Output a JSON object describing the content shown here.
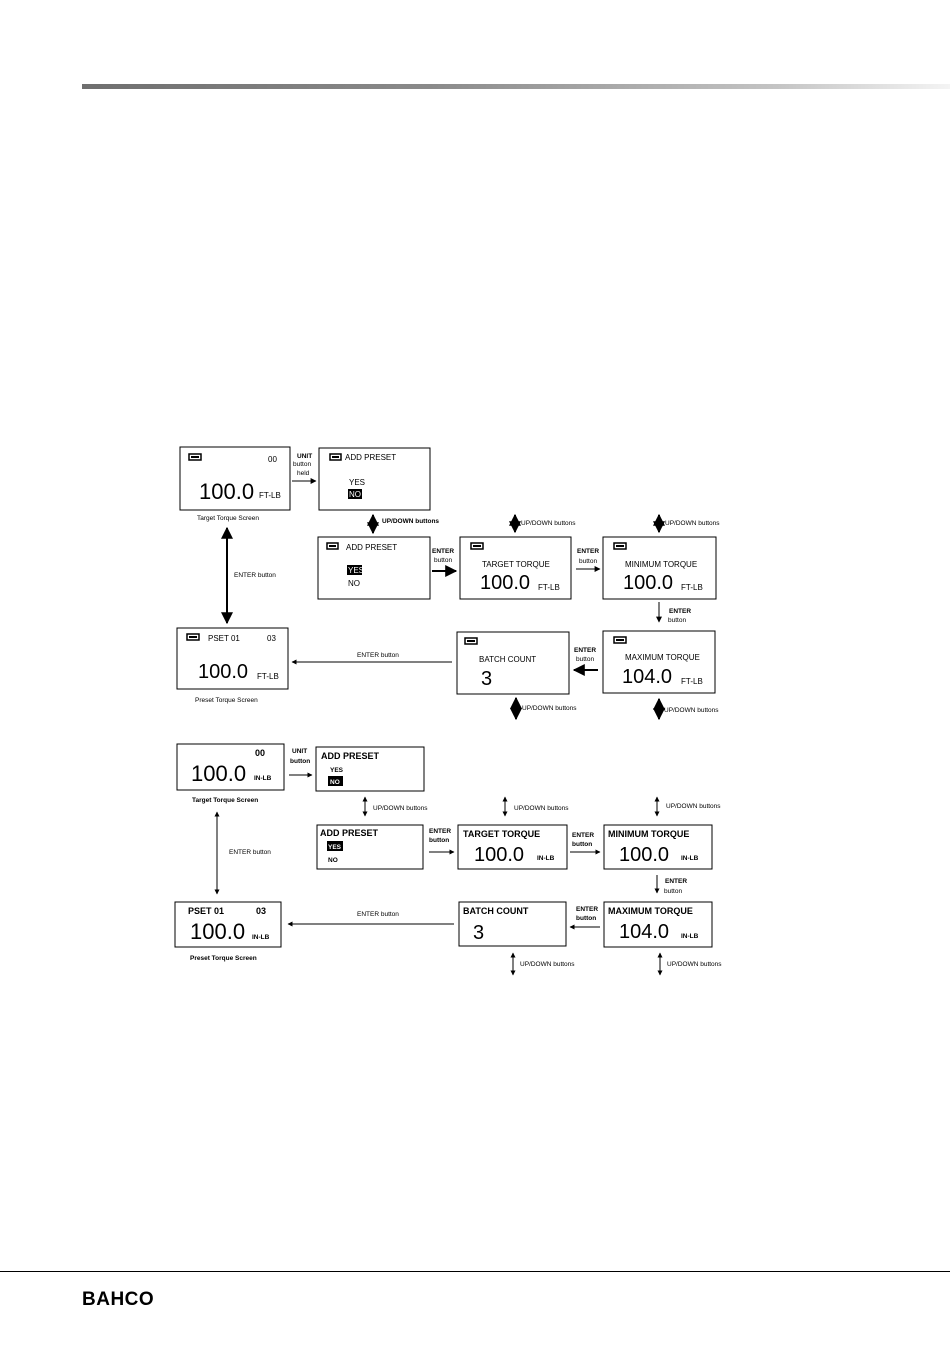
{
  "brand": {
    "logo": "BAHCO"
  },
  "d1": {
    "target": {
      "counter": "00",
      "value": "100.0",
      "unit": "FT-LB",
      "caption": "Target Torque Screen"
    },
    "unit_held": [
      "UNIT",
      "button",
      "held"
    ],
    "add_no": {
      "title": "ADD PRESET",
      "yes": "YES",
      "no": "NO"
    },
    "updown1": "UP/DOWN buttons",
    "add_yes": {
      "title": "ADD PRESET",
      "yes": "YES",
      "no": "NO"
    },
    "enter1": [
      "ENTER",
      "button"
    ],
    "target_t": {
      "title": "TARGET TORQUE",
      "value": "100.0",
      "unit": "FT-LB"
    },
    "updown2": "UP/DOWN buttons",
    "enter2": [
      "ENTER",
      "button"
    ],
    "min_t": {
      "title": "MINIMUM TORQUE",
      "value": "100.0",
      "unit": "FT-LB"
    },
    "updown3": "UP/DOWN buttons",
    "enter3": [
      "ENTER",
      "button"
    ],
    "max_t": {
      "title": "MAXIMUM TORQUE",
      "value": "104.0",
      "unit": "FT-LB"
    },
    "updown4": "UP/DOWN buttons",
    "enter4": [
      "ENTER",
      "button"
    ],
    "batch": {
      "title": "BATCH COUNT",
      "value": "3"
    },
    "updown5": "UP/DOWN buttons",
    "enter_long": "ENTER button",
    "enter_vert": "ENTER button",
    "preset": {
      "name": "PSET 01",
      "counter": "03",
      "value": "100.0",
      "unit": "FT-LB",
      "caption": "Preset Torque Screen"
    }
  },
  "d2": {
    "target": {
      "counter": "00",
      "value": "100.0",
      "unit": "IN-LB",
      "caption": "Target Torque Screen"
    },
    "unit_btn": [
      "UNIT",
      "button"
    ],
    "add_no": {
      "title": "ADD PRESET",
      "yes": "YES",
      "no": "NO"
    },
    "updown1": "UP/DOWN buttons",
    "add_yes": {
      "title": "ADD PRESET",
      "yes": "YES",
      "no": "NO"
    },
    "enter1": [
      "ENTER",
      "button"
    ],
    "target_t": {
      "title": "TARGET TORQUE",
      "value": "100.0",
      "unit": "IN-LB"
    },
    "updown2": "UP/DOWN buttons",
    "enter2": [
      "ENTER",
      "button"
    ],
    "min_t": {
      "title": "MINIMUM TORQUE",
      "value": "100.0",
      "unit": "IN-LB"
    },
    "updown3": "UP/DOWN buttons",
    "enter3": [
      "ENTER",
      "button"
    ],
    "max_t": {
      "title": "MAXIMUM TORQUE",
      "value": "104.0",
      "unit": "IN-LB"
    },
    "updown4": "UP/DOWN buttons",
    "enter4": [
      "ENTER",
      "button"
    ],
    "batch": {
      "title": "BATCH COUNT",
      "value": "3"
    },
    "updown5": "UP/DOWN buttons",
    "enter_long": "ENTER button",
    "enter_vert": "ENTER button",
    "preset": {
      "name": "PSET 01",
      "counter": "03",
      "value": "100.0",
      "unit": "IN-LB",
      "caption": "Preset Torque Screen"
    }
  }
}
